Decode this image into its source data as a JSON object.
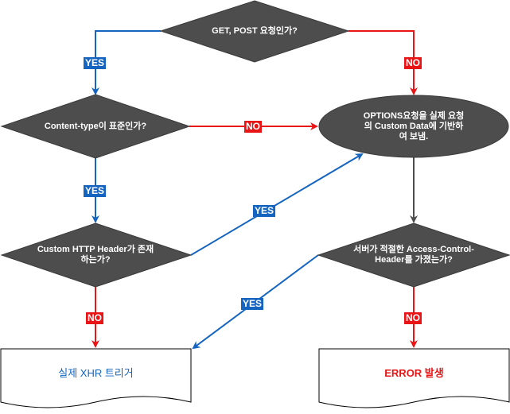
{
  "nodes": {
    "q_method": "GET, POST 요청인가?",
    "q_content_type": "Content-type이 표준인가?",
    "q_custom_header": "Custom HTTP Header가 존재하는가?",
    "options_request": "OPTIONS요청을 실제 요청의 Custom Data에 기반하여 보냄.",
    "q_server_header": "서버가 적절한 Access-Control-Header를 가졌는가?",
    "trigger_xhr": "실제 XHR 트리거",
    "error": "ERROR 발생"
  },
  "edge_labels": {
    "method_yes": "YES",
    "method_no": "NO",
    "content_type_no": "NO",
    "content_type_yes": "YES",
    "custom_header_yes": "YES",
    "custom_header_no": "NO",
    "server_yes": "YES",
    "server_no": "NO"
  },
  "colors": {
    "shape_fill": "#4d4d4d",
    "yes_color": "#1565c0",
    "no_color": "#e81416",
    "error_text": "#e81416",
    "trigger_text": "#1565c0"
  }
}
